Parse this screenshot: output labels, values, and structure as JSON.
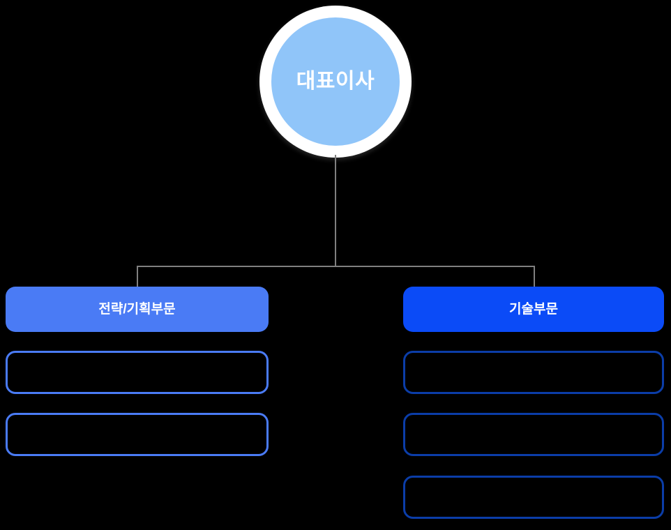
{
  "chart": {
    "type": "org-chart",
    "background_color": "#000000",
    "root": {
      "label": "대표이사",
      "shape": "circle",
      "fill_color": "#90c5f9",
      "ring_color": "#ffffff",
      "text_color": "#ffffff"
    },
    "connector_color": "#808080",
    "divisions": [
      {
        "label": "전략/기획부문",
        "fill_color": "#4a7bf5",
        "text_color": "#ffffff",
        "border_color": "#4a7bf5",
        "teams": [
          {
            "label": ""
          },
          {
            "label": ""
          }
        ]
      },
      {
        "label": "기술부문",
        "fill_color": "#0b4bf7",
        "text_color": "#ffffff",
        "border_color": "#0b3da8",
        "teams": [
          {
            "label": ""
          },
          {
            "label": ""
          },
          {
            "label": ""
          }
        ]
      }
    ]
  }
}
